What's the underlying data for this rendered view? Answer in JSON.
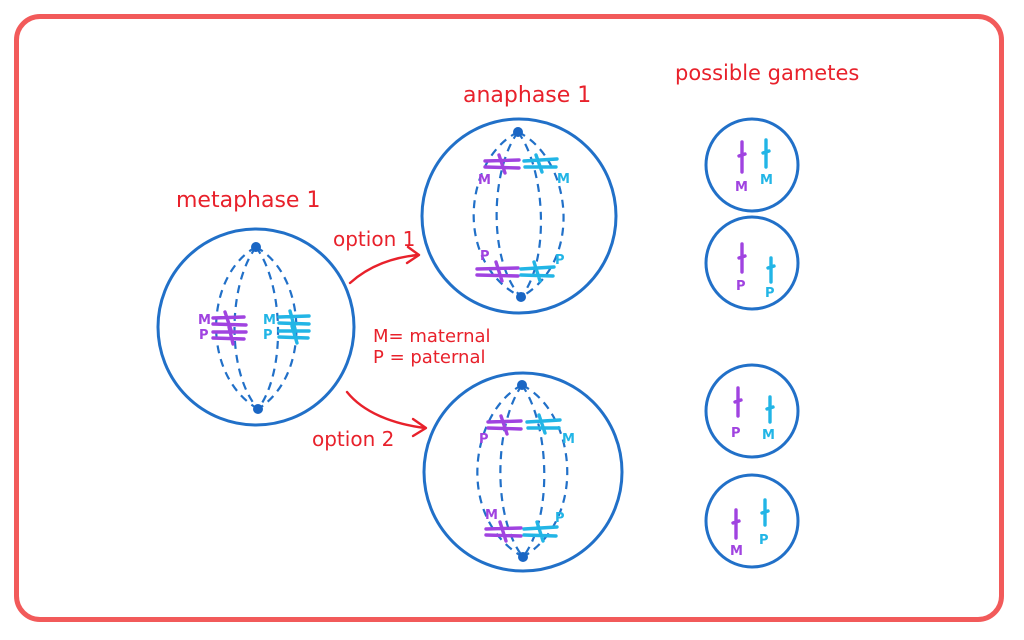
{
  "labels": {
    "metaphase": "metaphase 1",
    "anaphase": "anaphase 1",
    "possible_gametes": "possible gametes",
    "option1": "option 1",
    "option2": "option 2",
    "key_m": "M= maternal",
    "key_p": "P = paternal"
  },
  "chromosome_letters": {
    "maternal": "M",
    "paternal": "P"
  },
  "colors": {
    "frame": "#f25a5a",
    "text": "#e8212b",
    "cell": "#2170c8",
    "maternal": "#a043e0",
    "paternal": "#22b5e6"
  },
  "gametes": [
    {
      "left": "M",
      "right": "M"
    },
    {
      "left": "P",
      "right": "P"
    },
    {
      "left": "P",
      "right": "M"
    },
    {
      "left": "M",
      "right": "P"
    }
  ]
}
